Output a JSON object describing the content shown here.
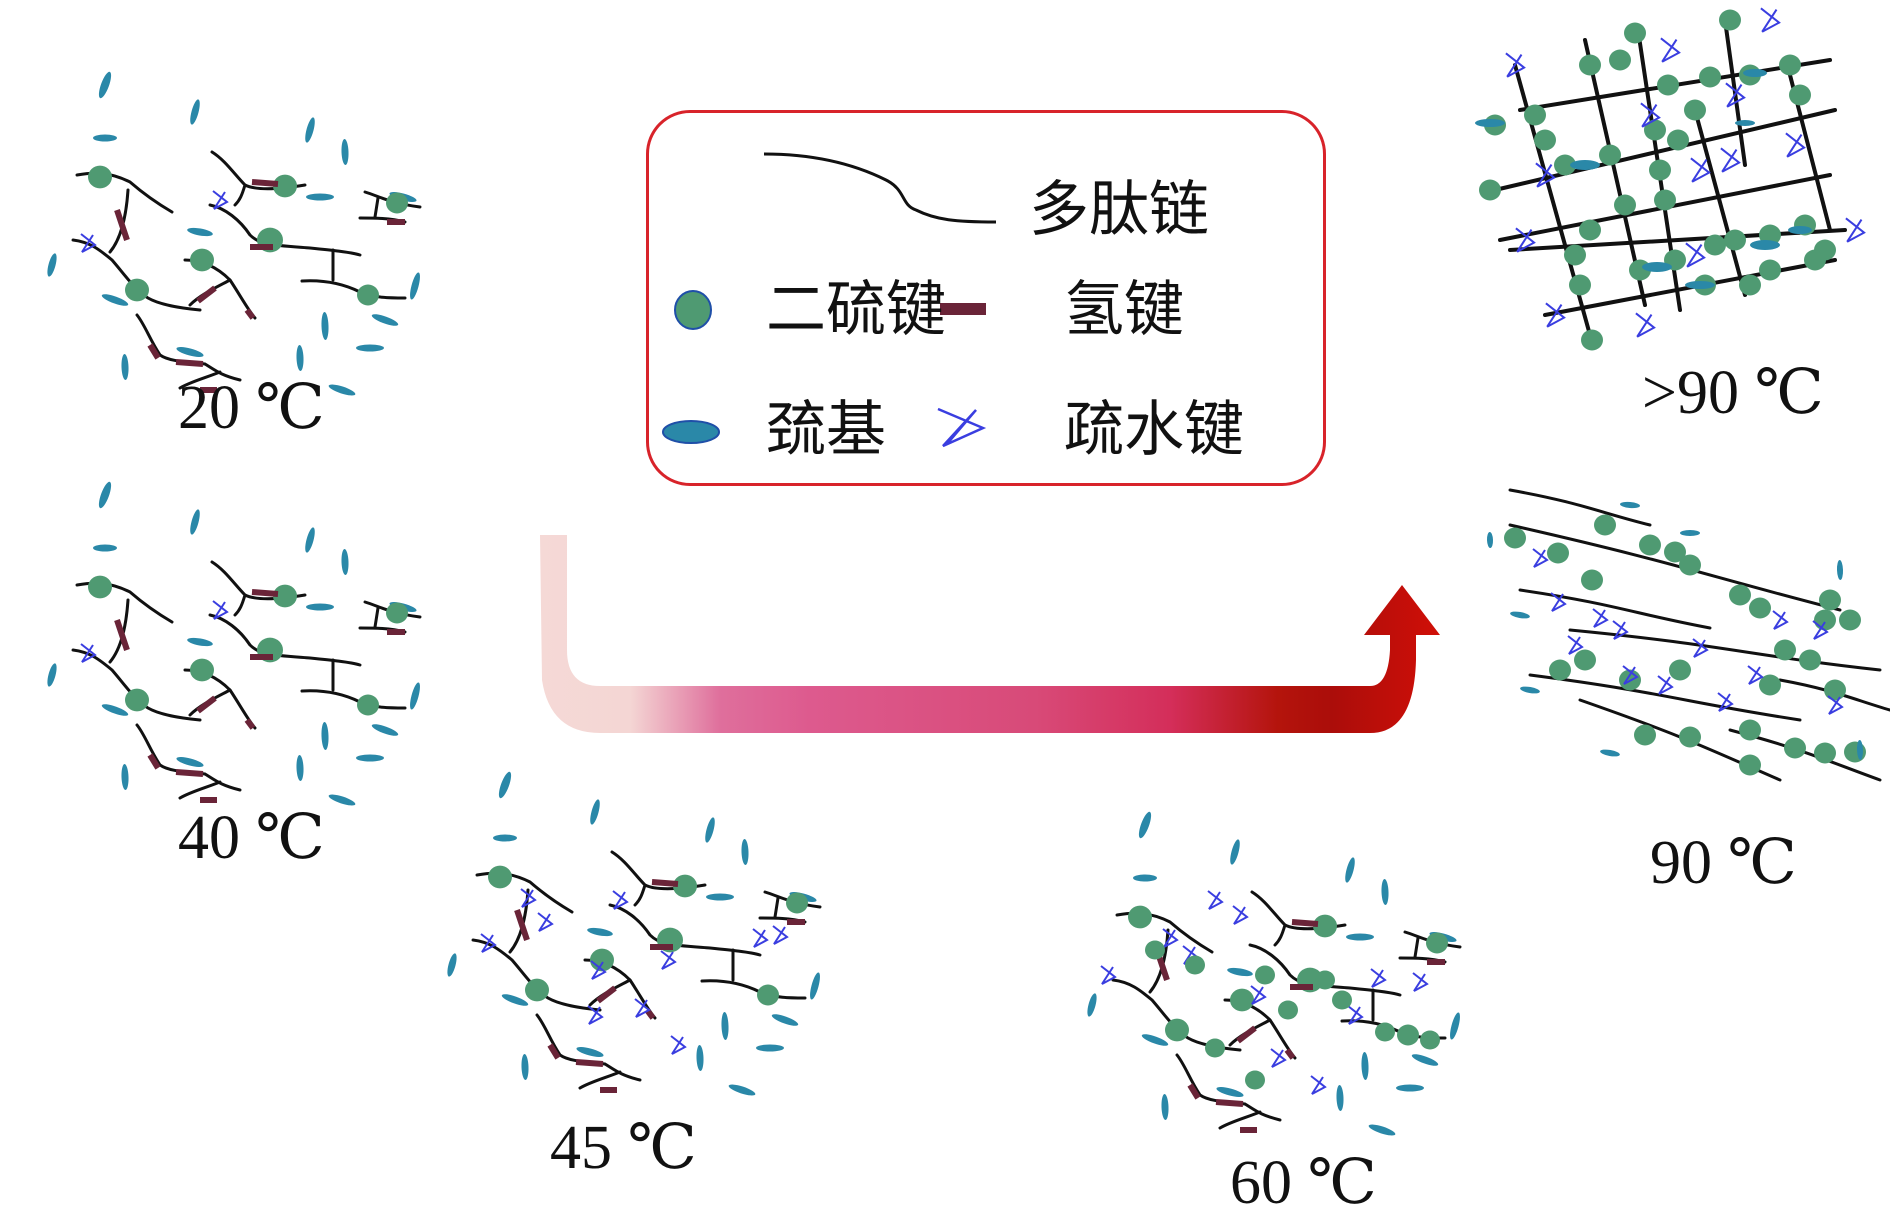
{
  "legend": {
    "polypeptide_chain": "多肽链",
    "disulfide_bond": "二硫键",
    "hydrogen_bond": "氢键",
    "sulfhydryl": "巯基",
    "hydrophobic_bond": "疏水键"
  },
  "panels": [
    {
      "id": "t20",
      "label": "20 ℃"
    },
    {
      "id": "t40",
      "label": "40 ℃"
    },
    {
      "id": "t45",
      "label": "45 ℃"
    },
    {
      "id": "t60",
      "label": "60 ℃"
    },
    {
      "id": "t90",
      "label": "90 ℃"
    },
    {
      "id": "tgt90",
      "label": ">90 ℃"
    }
  ],
  "arrow": {
    "meaning": "increasing temperature",
    "gradient_colors": [
      "#f5d9d6",
      "#dd5a8e",
      "#d42e5a",
      "#b00f0a",
      "#d00f08"
    ]
  },
  "colors": {
    "chain": "#111111",
    "disulfide": "#4f9a72",
    "hydrogen_bond": "#6a2438",
    "sulfhydryl": "#2a88a8",
    "hydrophobic": "#3a3ee0",
    "legend_border": "#d8232a"
  }
}
